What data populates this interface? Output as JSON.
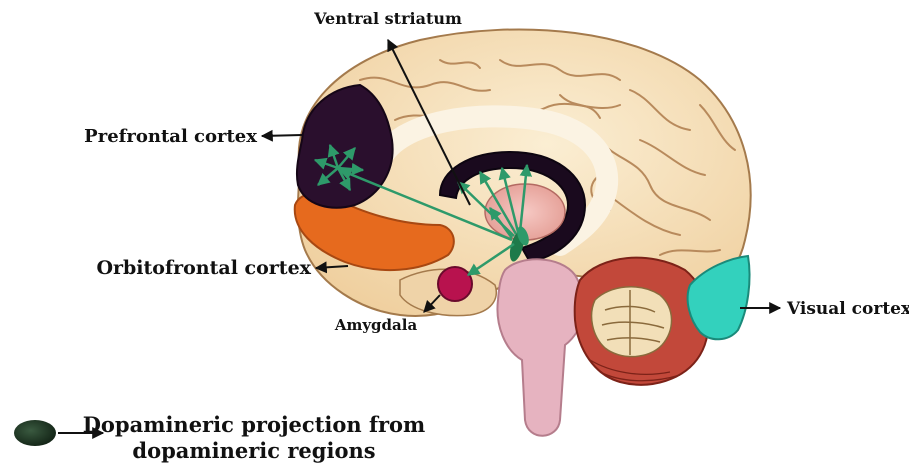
{
  "labels": {
    "ventral_striatum": "Ventral striatum",
    "prefrontal_cortex": "Prefrontal cortex",
    "orbitofrontal_cortex": "Orbitofrontal cortex",
    "amygdala": "Amygdala",
    "visual_cortex": "Visual cortex"
  },
  "legend": {
    "line1": "Dopamineric projection from",
    "line2": "dopamineric regions"
  },
  "colors": {
    "cortex": "#f6e3bf",
    "gyri_outline": "#b88a5c",
    "prefrontal": "#2a0f2d",
    "orbitofrontal": "#e66a1e",
    "amygdala": "#b8124e",
    "visual": "#33d1bd",
    "projection_arrow": "#2e9a6a",
    "source_node": "#1e7a4a",
    "brainstem": "#e6b3c0",
    "cerebellum": "#c2483a",
    "legend_node": "#1f3a26"
  }
}
